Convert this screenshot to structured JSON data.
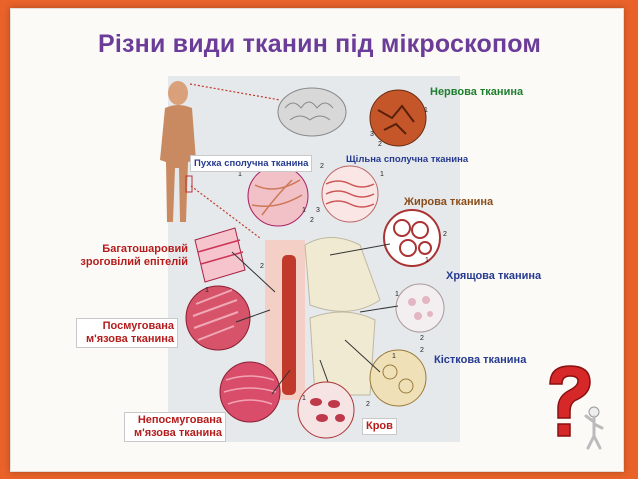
{
  "title": "Різни види тканин під мікроскопом",
  "labels": {
    "nervous": "Нервова тканина",
    "loose": "Пухка сполучна тканина",
    "dense": "Щільна сполучна тканина",
    "fat": "Жирова тканина",
    "epith_1": "Багатошаровий",
    "epith_2": "зроговілий епітелій",
    "cartilage": "Хрящова тканина",
    "striated_1": "Посмугована",
    "striated_2": "м'язова тканина",
    "bone": "Кісткова тканина",
    "smooth_1": "Непосмугована",
    "smooth_2": "м'язова тканина",
    "blood": "Кров"
  },
  "numbers": [
    "1",
    "3",
    "2",
    "1",
    "2",
    "1",
    "2",
    "3",
    "1",
    "2",
    "1",
    "2",
    "1",
    "1",
    "2",
    "1",
    "2",
    "1",
    "2"
  ],
  "colors": {
    "accent": "#e8622a",
    "title": "#6b3c98",
    "question": "#d62828"
  }
}
